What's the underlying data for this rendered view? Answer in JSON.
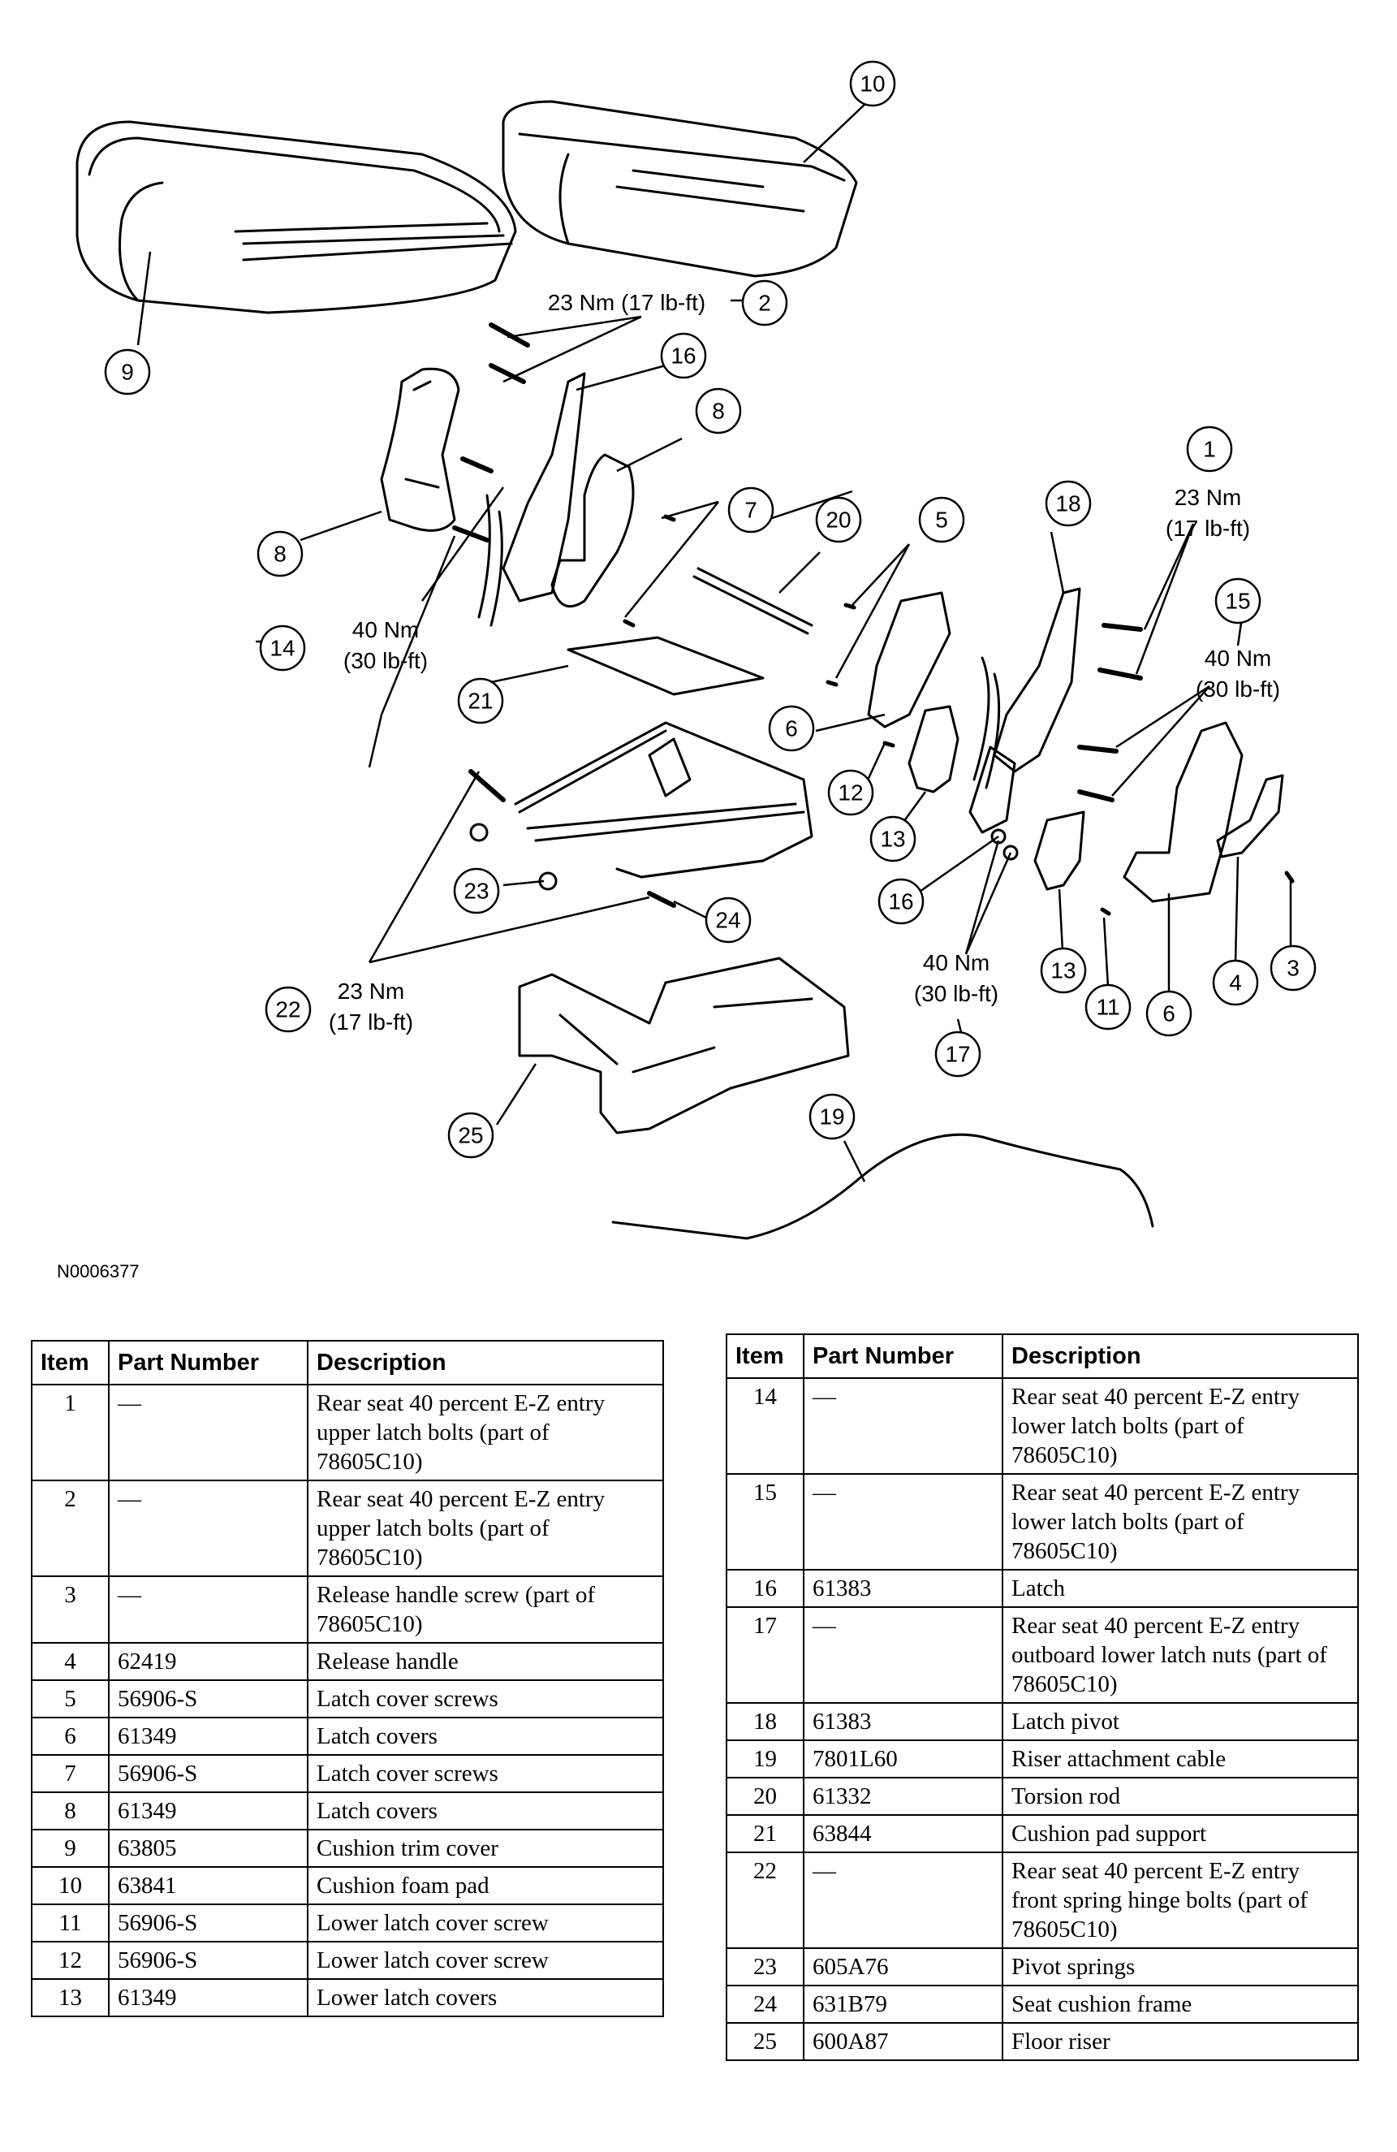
{
  "figure_id": "N0006377",
  "torque_labels": {
    "t2": "23 Nm (17 lb-ft)",
    "t1_nm": "23 Nm",
    "t1_lbft": "(17 lb-ft)",
    "t15_nm": "40 Nm",
    "t15_lbft": "(30 lb-ft)",
    "t14_nm": "40 Nm",
    "t14_lbft": "(30 lb-ft)",
    "t17_nm": "40 Nm",
    "t17_lbft": "(30 lb-ft)",
    "t22_nm": "23 Nm",
    "t22_lbft": "(17 lb-ft)"
  },
  "callouts": {
    "c1": "1",
    "c2": "2",
    "c3": "3",
    "c4": "4",
    "c5": "5",
    "c6a": "6",
    "c6b": "6",
    "c7": "7",
    "c8a": "8",
    "c8b": "8",
    "c9": "9",
    "c10": "10",
    "c11": "11",
    "c12": "12",
    "c13a": "13",
    "c13b": "13",
    "c14": "14",
    "c15": "15",
    "c16a": "16",
    "c16b": "16",
    "c17": "17",
    "c18": "18",
    "c19": "19",
    "c20": "20",
    "c21": "21",
    "c22": "22",
    "c23": "23",
    "c24": "24",
    "c25": "25"
  },
  "table_headers": {
    "item": "Item",
    "part_number": "Part Number",
    "description": "Description"
  },
  "table_left": [
    {
      "item": "1",
      "part": "—",
      "desc": "Rear seat 40 percent E-Z entry upper latch bolts (part of 78605C10)"
    },
    {
      "item": "2",
      "part": "—",
      "desc": "Rear seat 40 percent E-Z entry upper latch bolts (part of 78605C10)"
    },
    {
      "item": "3",
      "part": "—",
      "desc": "Release handle screw (part of 78605C10)"
    },
    {
      "item": "4",
      "part": "62419",
      "desc": "Release handle"
    },
    {
      "item": "5",
      "part": "56906-S",
      "desc": "Latch cover screws"
    },
    {
      "item": "6",
      "part": "61349",
      "desc": "Latch covers"
    },
    {
      "item": "7",
      "part": "56906-S",
      "desc": "Latch cover screws"
    },
    {
      "item": "8",
      "part": "61349",
      "desc": "Latch covers"
    },
    {
      "item": "9",
      "part": "63805",
      "desc": "Cushion trim cover"
    },
    {
      "item": "10",
      "part": "63841",
      "desc": "Cushion foam pad"
    },
    {
      "item": "11",
      "part": "56906-S",
      "desc": "Lower latch cover screw"
    },
    {
      "item": "12",
      "part": "56906-S",
      "desc": "Lower latch cover screw"
    },
    {
      "item": "13",
      "part": "61349",
      "desc": "Lower latch covers"
    }
  ],
  "table_right": [
    {
      "item": "14",
      "part": "—",
      "desc": "Rear seat 40 percent E-Z entry lower latch bolts (part of 78605C10)"
    },
    {
      "item": "15",
      "part": "—",
      "desc": "Rear seat 40 percent E-Z entry lower latch bolts (part of 78605C10)"
    },
    {
      "item": "16",
      "part": "61383",
      "desc": "Latch"
    },
    {
      "item": "17",
      "part": "—",
      "desc": "Rear seat 40 percent E-Z entry outboard lower latch nuts (part of 78605C10)"
    },
    {
      "item": "18",
      "part": "61383",
      "desc": "Latch pivot"
    },
    {
      "item": "19",
      "part": "7801L60",
      "desc": "Riser attachment cable"
    },
    {
      "item": "20",
      "part": "61332",
      "desc": "Torsion rod"
    },
    {
      "item": "21",
      "part": "63844",
      "desc": "Cushion pad support"
    },
    {
      "item": "22",
      "part": "—",
      "desc": "Rear seat 40 percent E-Z entry front spring hinge bolts (part of 78605C10)"
    },
    {
      "item": "23",
      "part": "605A76",
      "desc": "Pivot springs"
    },
    {
      "item": "24",
      "part": "631B79",
      "desc": "Seat cushion frame"
    },
    {
      "item": "25",
      "part": "600A87",
      "desc": "Floor riser"
    }
  ]
}
